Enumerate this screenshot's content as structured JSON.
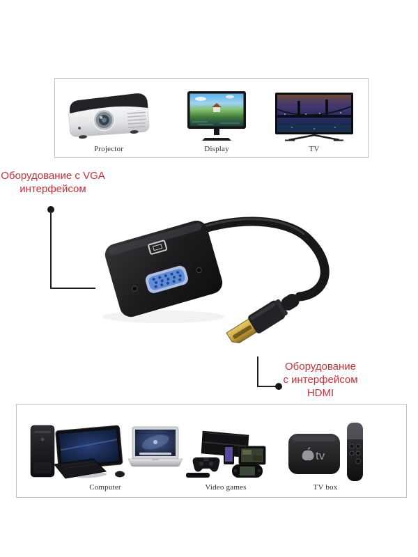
{
  "panels": {
    "vga": {
      "devices": [
        {
          "id": "projector",
          "label": "Projector"
        },
        {
          "id": "display",
          "label": "Display"
        },
        {
          "id": "tv",
          "label": "TV"
        }
      ]
    },
    "hdmi": {
      "devices": [
        {
          "id": "computer",
          "label": "Computer"
        },
        {
          "id": "video-games",
          "label": "Video games"
        },
        {
          "id": "tv-box",
          "label": "TV box"
        }
      ]
    }
  },
  "callouts": {
    "vga": {
      "line1": "Оборудование с VGA",
      "line2": "интерфейсом"
    },
    "hdmi": {
      "line1": "Оборудование",
      "line2": "с интерфейсом",
      "line3": "HDMI"
    },
    "color": "#c4303c"
  },
  "adapter": {
    "name": "hdmi-to-vga-adapter",
    "vga_port_color": "#5f8cd6",
    "hdmi_plug_color": "#c9a644"
  },
  "tv_box_glyph": "tv"
}
